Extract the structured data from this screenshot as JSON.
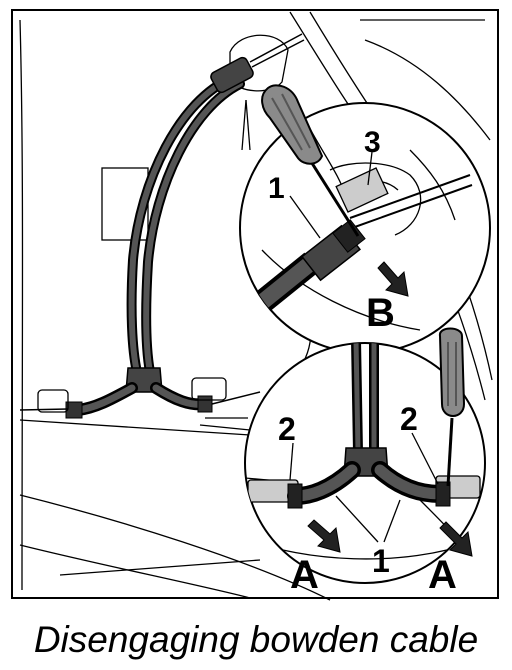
{
  "caption": "Disengaging bowden cable",
  "callouts": {
    "upper_1": "1",
    "upper_3": "3",
    "upper_B": "B",
    "lower_2_left": "2",
    "lower_2_right": "2",
    "lower_1": "1",
    "lower_A_left": "A",
    "lower_A_right": "A"
  },
  "colors": {
    "line": "#000000",
    "cable": "#333333",
    "grip": "#666666",
    "background": "#ffffff"
  }
}
